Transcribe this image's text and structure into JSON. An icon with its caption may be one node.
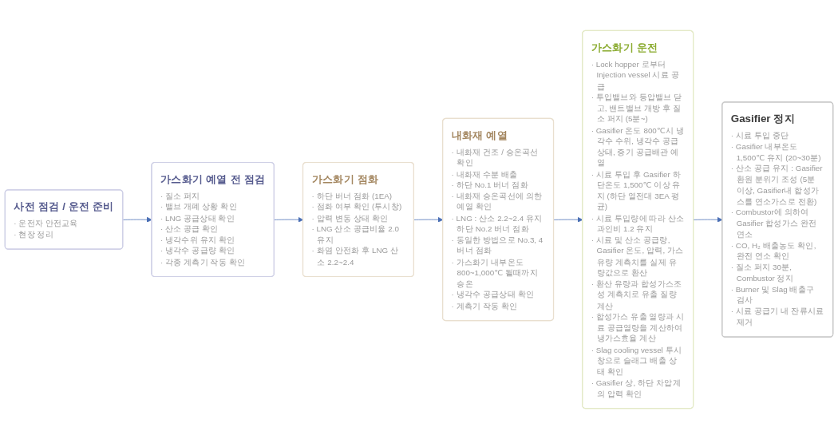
{
  "diagram": {
    "nodes": [
      {
        "text": [
          "사전 점검 / 운전 준비",
          "· 운전자 안전교육",
          "· 현장 정리"
        ]
      },
      {
        "text": [
          "가스화기 예열 전 점검",
          "· 질소 퍼지",
          "· 밸브 개폐 상황 확인",
          "· LNG 공급상태 확인",
          "· 산소 공급 확인",
          "· 냉각수위 유지 확인",
          "· 냉각수 공급량 확인",
          "· 각종 계측기 작동 확인"
        ]
      },
      {
        "text": [
          "가스화기 점화",
          "· 하단 버너 점화 (1EA)",
          "· 점화 여부 확인 (투시창)",
          "· 압력 변동 상태 확인",
          "· LNG 산소 공급비율 2.0 유지",
          "· 화염 안전화 후 LNG 산소 2.2~2.4"
        ]
      },
      {
        "text": [
          "내화재 예열",
          "· 내화재 건조 / 승온곡선 확인",
          "· 내화재 수분 배출",
          "· 하단 No.1 버너 점화",
          "· 내화재 승온곡선에 의한 예열 확인",
          "· LNG : 산소 2.2~2.4 유지 하단 No.2 버너 점화",
          "· 동일한 방법으로 No.3, 4 버너 점화",
          "· 가스화기 내부온도 800~1,000℃ 될때까지 승온",
          "· 냉각수 공급상태 확인",
          "· 계측기 작동 확인"
        ]
      },
      {
        "text": [
          "가스화기 운전",
          "· Lock hopper 로부터 Injection vessel 시료 공급",
          "· 투입밸브와 등압밸브 닫고, 밴트밸브 개방 후 질소 퍼지 (5분~)",
          "· Gasifier 온도 800℃시 냉각수 수위, 냉각수 공급 상태, 증기 공급배관 예열",
          "· 시료 투입 후 Gasifier 하단온도 1,500℃ 이상 유지 (하단 열전대 3EA 평균)",
          "· 시료 투입량에 따라 산소과인비 1.2 유지",
          "· 시료 및 산소 공급량, Gasifier 온도, 압력, 가스유량 계측치를 실제 유량값으로 환산",
          "· 환산 유량과 합성가스조성 계측치로 유출 질량 계산",
          "· 합성가스 유출 열량과 시료 공급열량을 계산하여 냉가스효율 계산",
          "· Slag cooling vessel 투시창으로 슬래그 배출 상태 확인",
          "· Gasifier 상, 하단 차압계의 압력 확인"
        ]
      },
      {
        "text": [
          "Gasifier 정지",
          "· 시료 투입 중단",
          "· Gasifier 내부온도 1,500℃ 유지 (20~30분)",
          "· 산소 공급 유지 : Gasifier 환원 분위기 조성 (5분 이상, Gasifier내 합성가스를 연소가스로 전환)",
          "· Combustor에 의하여 Gasifier 합성가스 완전 연소",
          "· CO, H₂ 배출농도 확인, 완전 연소 확인",
          "· 질소 퍼지 30분, Combustor 정지",
          "· Burner 및 Slag 배출구 검사",
          "· 시료 공급기 내 잔류시료 제거"
        ]
      }
    ],
    "edges": [
      {
        "from": 0,
        "to": 1,
        "arrow": "to"
      },
      {
        "from": 1,
        "to": 2,
        "arrow": "to"
      },
      {
        "from": 2,
        "to": 3,
        "arrow": "to"
      },
      {
        "from": 3,
        "to": 4,
        "arrow": "to"
      },
      {
        "from": 4,
        "to": 5,
        "arrow": "to"
      }
    ]
  }
}
